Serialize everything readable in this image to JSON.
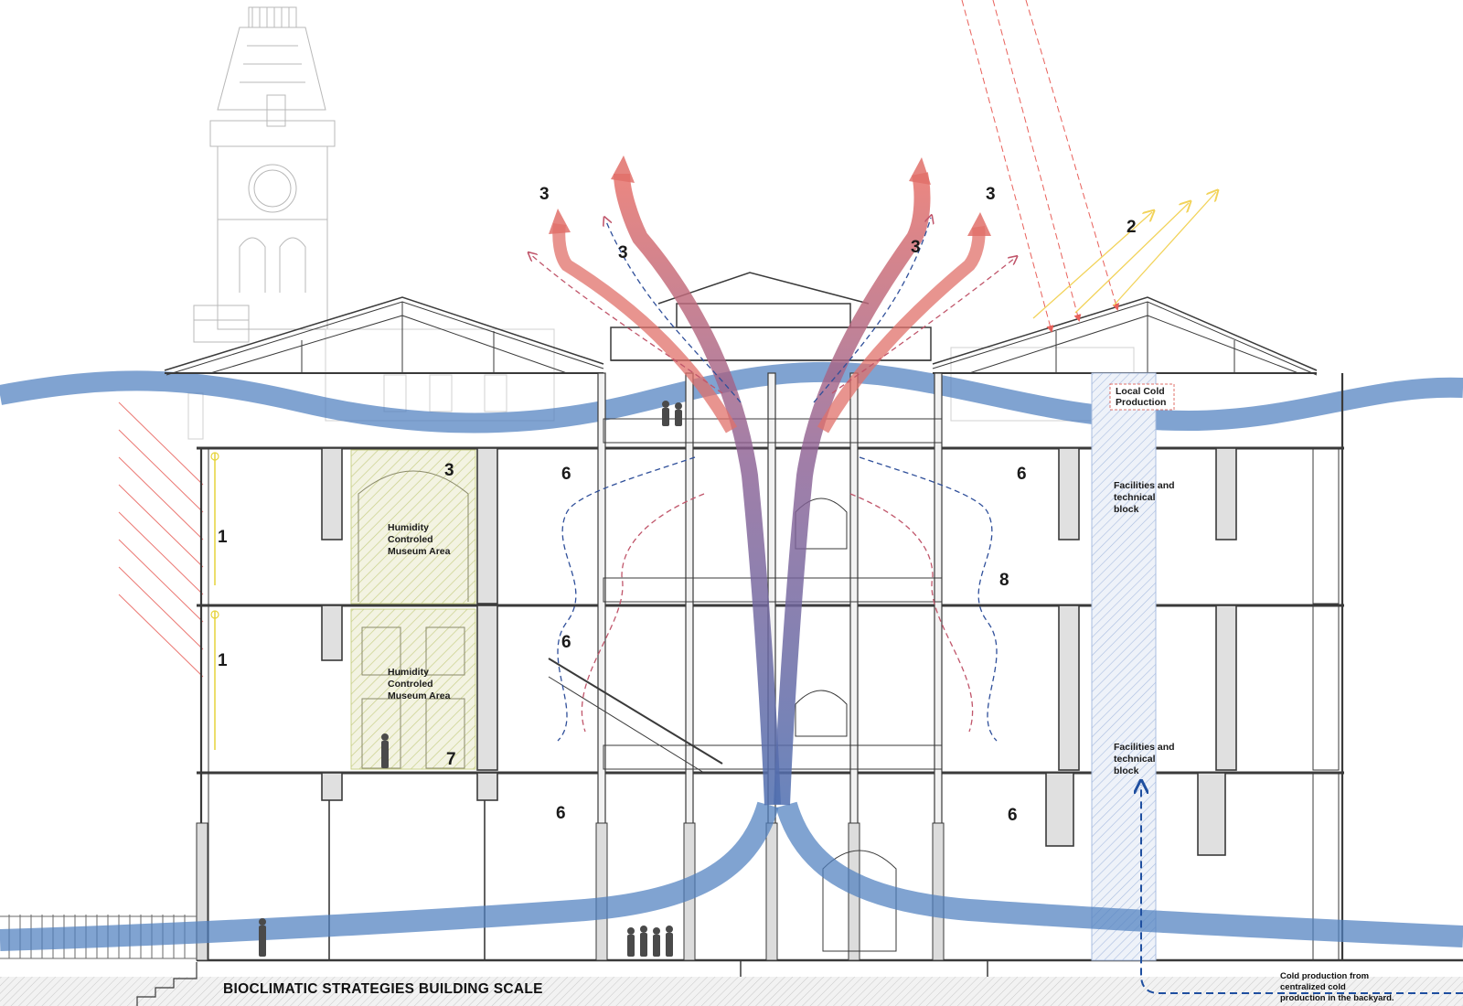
{
  "diagram": {
    "title": "BIOCLIMATIC STRATEGIES BUILDING SCALE",
    "markers": {
      "m1_upper": "1",
      "m1_lower": "1",
      "m2": "2",
      "m3_far_left": "3",
      "m3_inner_left": "3",
      "m3_inner_right": "3",
      "m3_far_right": "3",
      "m3_museum": "3",
      "m6_left_upper": "6",
      "m6_right_upper": "6",
      "m6_left_mid": "6",
      "m6_left_lower": "6",
      "m6_right_lower": "6",
      "m7": "7",
      "m8": "8"
    },
    "labels": {
      "museum_upper": [
        "Humidity",
        "Controled",
        "Museum  Area"
      ],
      "museum_lower": [
        "Humidity",
        "Controled",
        "Museum  Area"
      ],
      "local_cold": [
        "Local Cold",
        "Production"
      ],
      "facilities_upper": [
        "Facilities and",
        "technical",
        "block"
      ],
      "facilities_lower": [
        "Facilities and",
        "technical",
        "block"
      ],
      "cold_production": [
        "Cold production from",
        "centralized cold",
        "production in the backyard."
      ]
    },
    "colors": {
      "air_flow": "#4f7fbf",
      "warm_air": "#e0706a",
      "solar": "#f2d35a",
      "solar_incoming": "#e8605a",
      "cold_line": "#1f4fa0",
      "museum_hatch": "#c9d08a",
      "structure": "#3a3a3a"
    }
  }
}
